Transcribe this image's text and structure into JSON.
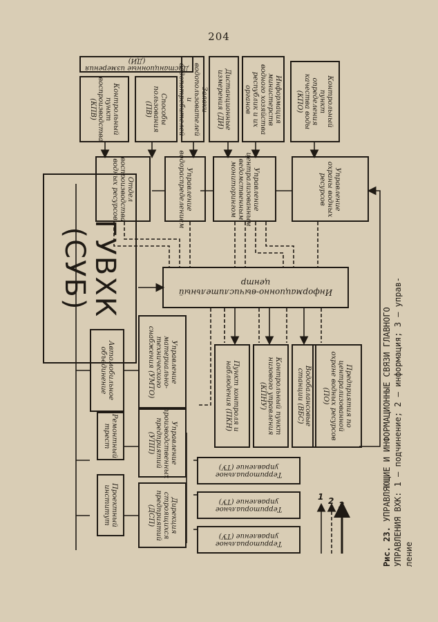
{
  "page_number": "204",
  "title_box": "ГУВХК (СУБ)",
  "center_box": "Информационно-вычислительный центр",
  "left_column": {
    "auto": "Автомобильное объединение",
    "repair": "Ремонтный трест",
    "design": "Проектный институт"
  },
  "admin_column": {
    "umto": "Управление материально-технического снабжения (УМТО)",
    "upp": "Управление производственных предприятий (УПП)",
    "dsp": "Дирекция строящихся предприятий (ДСП)"
  },
  "territorial": [
    "Территориальное управление (ТУ)",
    "Территориальное управление (ТУ)",
    "Территориальное управление (ТУ)"
  ],
  "field_units": {
    "pkn": "Пункт контроля и наблюдения (ПКН)",
    "kpnu": "Контрольный пункт низового управления (КПНУ)",
    "vbs": "Водобалансовые станции (ВБС)",
    "po": "Предприятия по централизованной охране водных ресурсов (ПО)"
  },
  "departments": {
    "otdel": "Отдел воспроизводства водных ресурсов",
    "vodoraspr": "Управление водораспределением",
    "monitoring": "Управление централизованным ведомственным мониторингом",
    "okhrana": "Управление охраны водных ресурсов"
  },
  "top_row": {
    "di_top": "Дистанционные измерения (ДИ)",
    "kpv": "Контрольный пункт воспроизводства (КПВ)",
    "pv": "Способы пользования (ПВ)",
    "zayavki": "Заявки водопользователей и водопотребителей",
    "di": "Дистанционные измерения (ДИ)",
    "info": "Информация министерств водного хозяйства республик и их органов",
    "kpo": "Контрольный пункт определения качества воды (КПО)"
  },
  "legend": [
    "1",
    "2",
    "3"
  ],
  "caption": {
    "fig": "Рис. 23.",
    "line1": "УПРАВЛЯЮЩИЕ И ИНФОРМАЦИОННЫЕ СВЯЗИ ГЛАВНОГО",
    "line2": "УПРАВЛЕНИЯ ВХК:  1 – подчинение; 2 – информация; 3 – управ-",
    "line3": "ление"
  }
}
